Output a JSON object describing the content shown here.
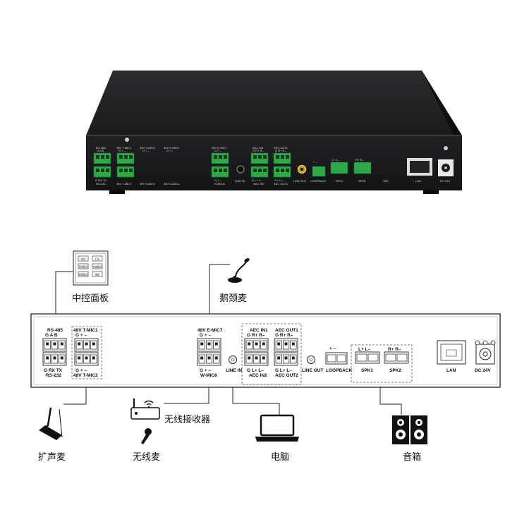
{
  "photo": {
    "rs485": "RS-485",
    "rs485_pins": "G A B",
    "rs232_pins": "G RX TX",
    "rs232": "RS-232",
    "tmic1": "48V T-MIC1",
    "tmic1_pins": "G + –",
    "tmic2": "48V T-MIC2",
    "smic3": "48V S-MIC3",
    "smic3_pins": "G + –",
    "smic4": "48V S-MIC4",
    "smic5": "48V S-MIC5",
    "smic5_pins": "G + –",
    "smic6": "48V S-MIC6",
    "emic7": "48V E-MIC7",
    "emic7_pins": "G + –",
    "wmic8": "W-MIC8",
    "wmic8_pins": "G + –",
    "line_in": "LINE IN",
    "aec_in1": "AEC IN1",
    "aec_in1_pins": "G R+ R–",
    "aec_in2": "AEC IN2",
    "aec_in2_pins": "G L+ L–",
    "aec_out1": "AEC OUT1",
    "aec_out1_pins": "G R+ R–",
    "aec_out2": "AEC OUT2",
    "aec_out2_pins": "G L+ L–",
    "line_out": "LINE OUT",
    "loopback": "LOOPBACK",
    "loopback_pins": "+ –",
    "spk1": "SPK1",
    "spk1_pins": "L+ L–",
    "spk2": "SPK2",
    "spk2_pins": "R+ R–",
    "vac": "VAC",
    "lan": "LAN",
    "dc": "DC 24V"
  },
  "panel": {
    "rs485": "RS-485",
    "rs485_pins": "G  A  B",
    "rs232_pins": "G  RX  TX",
    "rs232": "RS-232",
    "tmic1": "48V T-MIC1",
    "tmic1_pins": "G  +  –",
    "tmic2_pins": "G  +  –",
    "tmic2": "48V T-MIC2",
    "emic7": "48V E-MIC7",
    "emic7_pins": "G  +  –",
    "wmic8_pins": "G  +  –",
    "wmic8": "W-MIC8",
    "line_in": "LINE IN",
    "aec_in1": "AEC IN1",
    "aec_in1_pins": "G  R+  R–",
    "aec_in2_pins": "G  L+  L–",
    "aec_in2": "AEC IN2",
    "aec_out1": "AEC OUT1",
    "aec_out1_pins": "G  R+  R–",
    "aec_out2_pins": "G  L+  L–",
    "aec_out2": "AEC OUT2",
    "line_out": "LINE OUT",
    "loopback_pins": "+    –",
    "loopback": "LOOPBACK",
    "spk1_pins": "L+  L–",
    "spk1": "SPK1",
    "spk2_pins": "R+  R–",
    "spk2": "SPK2",
    "lan": "LAN",
    "dc": "DC 24V"
  },
  "control_panel_keys": [
    "会议",
    "灯光",
    "演讲模式",
    "自由模式",
    "视频模式",
    "投影"
  ],
  "devices": {
    "control_panel": "中控面板",
    "gooseneck_mic": "鹅颈麦",
    "wireless_receiver": "无线接收器",
    "boundary_mic": "扩声麦",
    "wireless_mic": "无线麦",
    "computer": "电脑",
    "speaker": "音箱"
  }
}
